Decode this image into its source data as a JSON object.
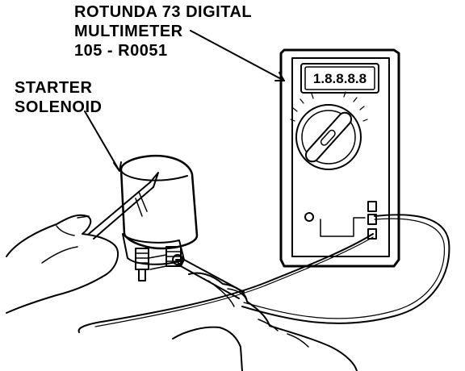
{
  "labels": {
    "meter_line1": "ROTUNDA 73 DIGITAL",
    "meter_line2": "MULTIMETER",
    "meter_line3": "105 - R0051",
    "solenoid_line1": "STARTER",
    "solenoid_line2": "SOLENOID"
  },
  "meter_display": "1.8.8.8.8",
  "colors": {
    "ink": "#000000",
    "paper": "#ffffff"
  }
}
